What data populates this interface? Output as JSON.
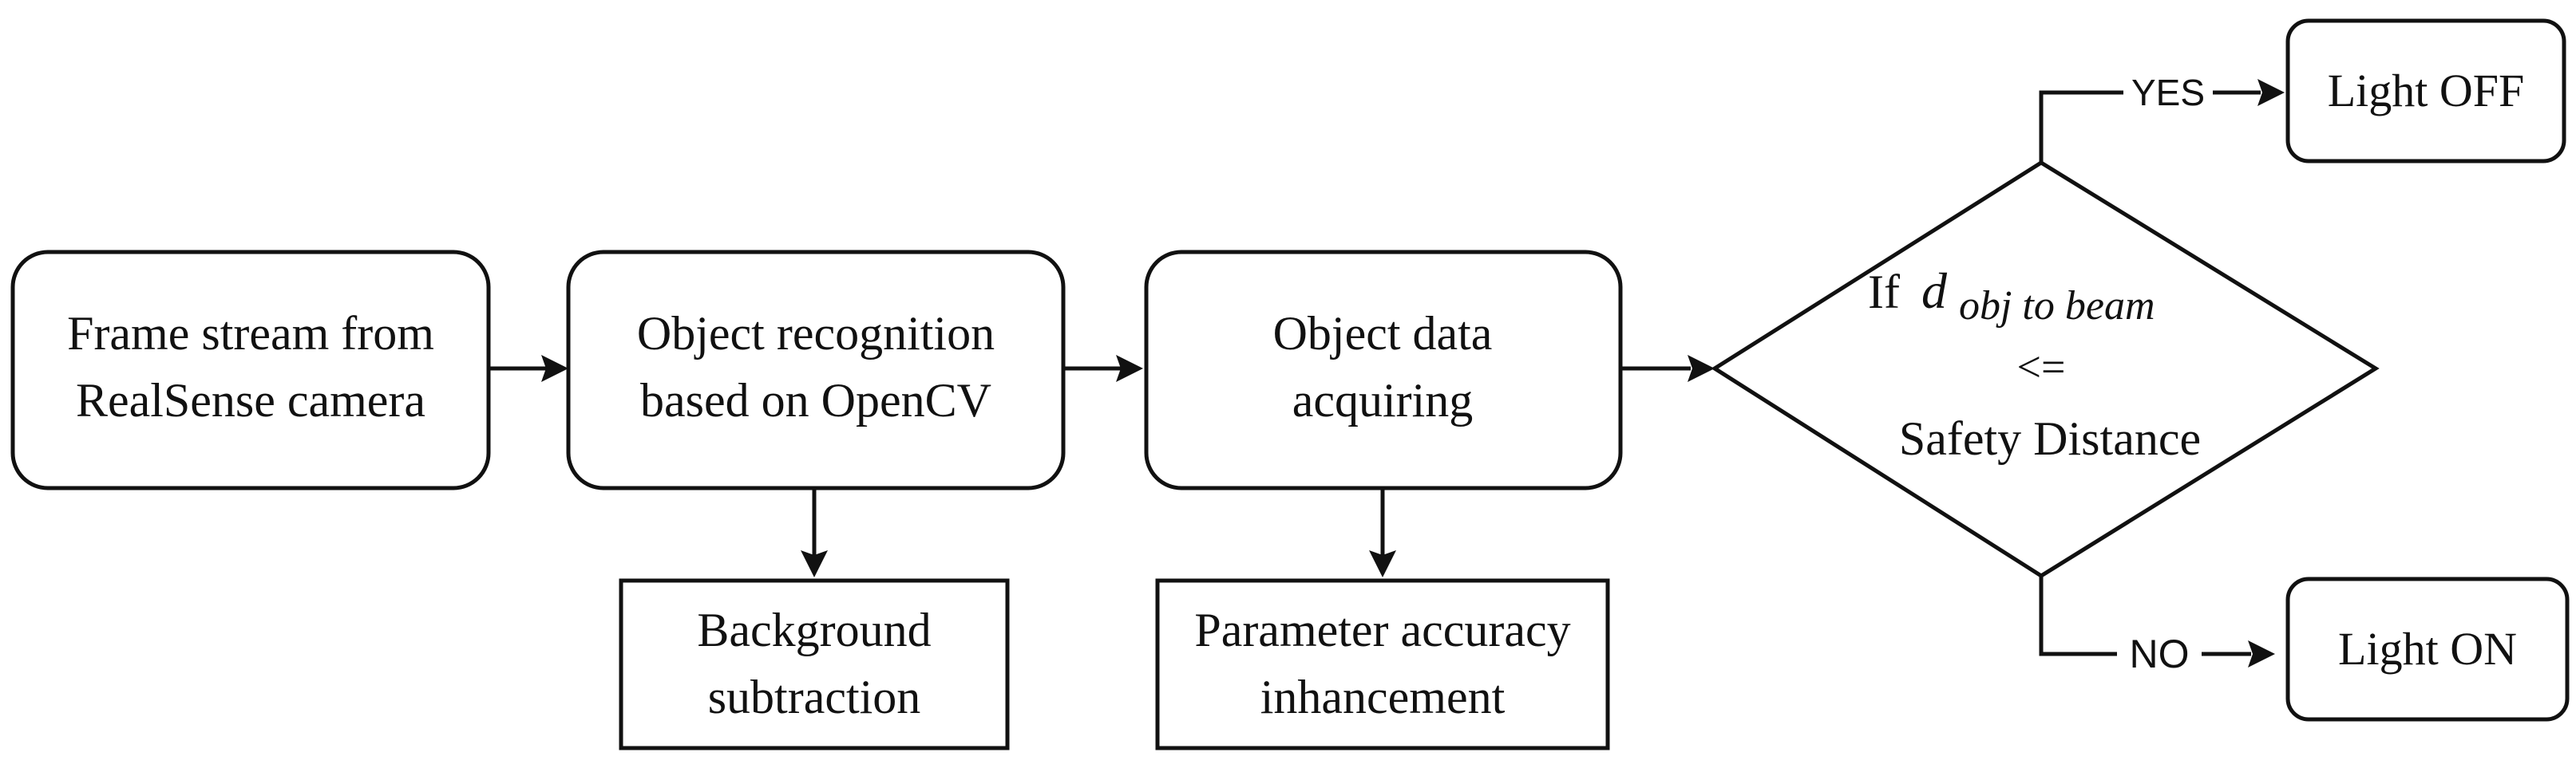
{
  "nodes": {
    "frame_stream": {
      "line1": "Frame stream from",
      "line2": "RealSense camera"
    },
    "object_recognition": {
      "line1": "Object recognition",
      "line2": "based on OpenCV"
    },
    "background_subtraction": {
      "line1": "Background",
      "line2": "subtraction"
    },
    "object_data": {
      "line1": "Object data",
      "line2": "acquiring"
    },
    "parameter_accuracy": {
      "line1": "Parameter accuracy",
      "line2": "inhancement"
    },
    "decision": {
      "if_word": "If",
      "d_symbol": "d",
      "subscript": "obj to beam",
      "operator": "<=",
      "threshold": "Safety Distance"
    },
    "light_off": {
      "label": "Light OFF"
    },
    "light_on": {
      "label": "Light ON"
    }
  },
  "edges": {
    "yes_label": "YES",
    "no_label": "NO"
  },
  "colors": {
    "stroke": "#111111",
    "background": "#ffffff"
  }
}
